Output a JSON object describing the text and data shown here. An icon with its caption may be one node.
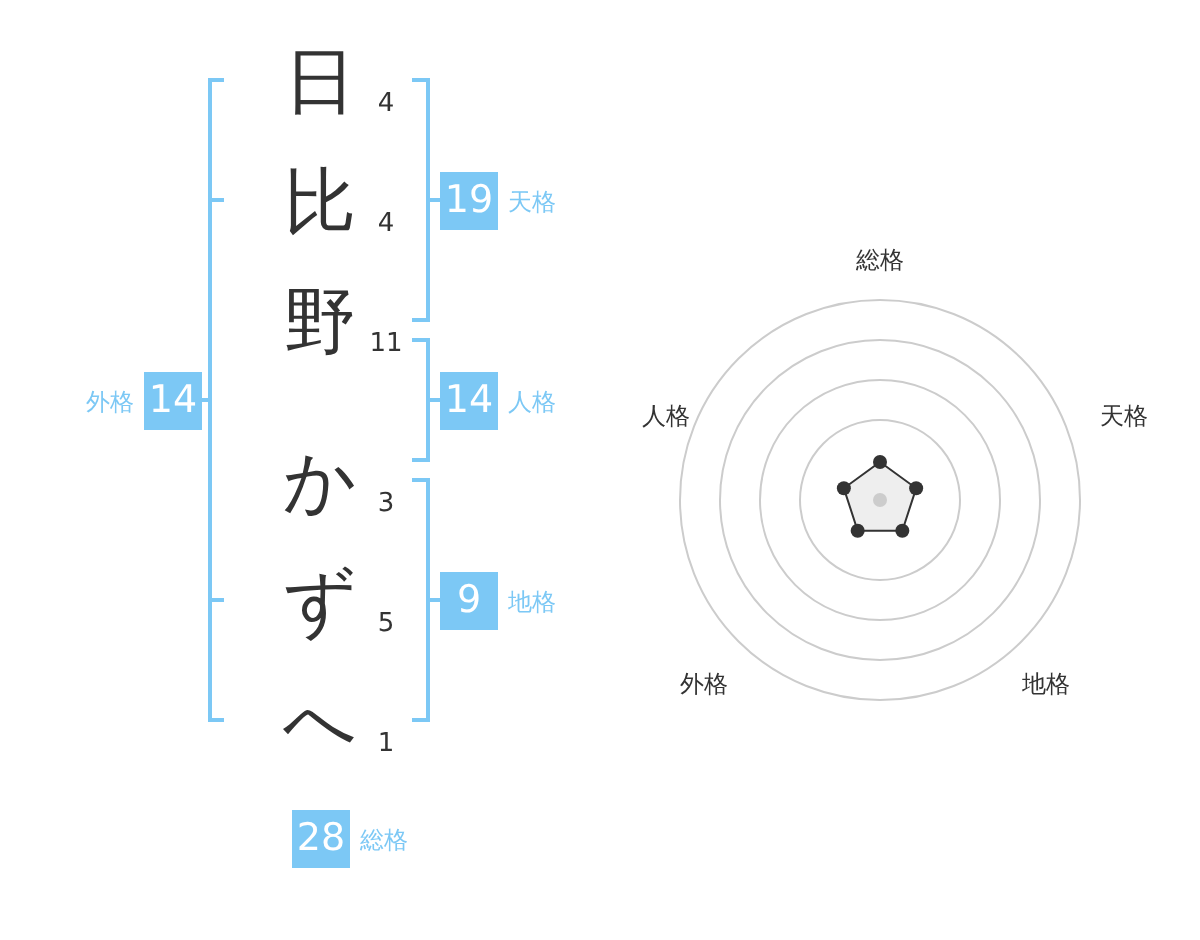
{
  "diagram": {
    "nodes": [
      {
        "text": [
          "19"
        ],
        "beside": [
          "天格"
        ]
      },
      {
        "text": [
          "14"
        ],
        "beside": [
          "外格"
        ]
      },
      {
        "text": [
          "14"
        ],
        "beside": [
          "人格"
        ]
      },
      {
        "text": [
          "9"
        ],
        "beside": [
          "地格"
        ]
      },
      {
        "text": [
          "28"
        ],
        "beside": [
          "総格"
        ]
      }
    ],
    "labels": [
      "日",
      "4",
      "比",
      "4",
      "野",
      "11",
      "か",
      "3",
      "ず",
      "5",
      "へ",
      "1",
      "総格",
      "人格",
      "天格",
      "外格",
      "地格"
    ]
  }
}
